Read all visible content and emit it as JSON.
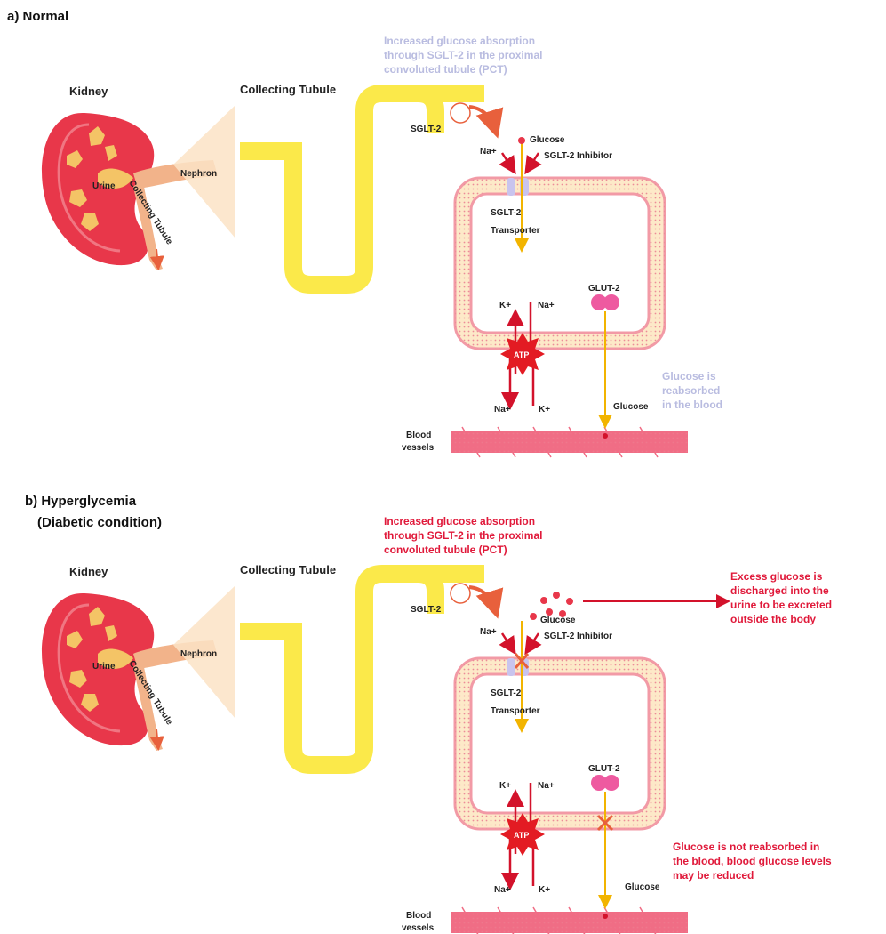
{
  "panels": [
    {
      "id": "a",
      "heading": "a) Normal",
      "kidney_label": "Kidney",
      "urine_label": "Urine",
      "collecting_tubule_small": "Collecting Tubule",
      "nephron_label": "Nephron",
      "tubule_label": "Collecting Tubule",
      "pct_note": [
        "Increased glucose absorption",
        "through SGLT-2 in the proximal",
        "convoluted tubule (PCT)"
      ],
      "sglt2_label": "SGLT-2",
      "na_top": "Na+",
      "glucose_top": "Glucose",
      "inhibitor_label": "SGLT-2 Inhibitor",
      "transporter_label": [
        "SGLT-2",
        "Transporter"
      ],
      "glut2_label": "GLUT-2",
      "k_in": "K+",
      "na_in": "Na+",
      "atp": "ATP",
      "na_out": "Na+",
      "k_out": "K+",
      "glucose_bottom": "Glucose",
      "blood_label": [
        "Blood",
        "vessels"
      ],
      "side_note": [
        "Glucose is",
        "reabsorbed",
        "in the blood"
      ]
    },
    {
      "id": "b",
      "heading": "b) Hyperglycemia",
      "heading2": "(Diabetic condition)",
      "kidney_label": "Kidney",
      "urine_label": "Urine",
      "collecting_tubule_small": "Collecting Tubule",
      "nephron_label": "Nephron",
      "tubule_label": "Collecting Tubule",
      "pct_note": [
        "Increased glucose absorption",
        "through SGLT-2 in the proximal",
        "convoluted tubule (PCT)"
      ],
      "sglt2_label": "SGLT-2",
      "na_top": "Na+",
      "glucose_top": "Glucose",
      "inhibitor_label": "SGLT-2 Inhibitor",
      "transporter_label": [
        "SGLT-2",
        "Transporter"
      ],
      "glut2_label": "GLUT-2",
      "k_in": "K+",
      "na_in": "Na+",
      "atp": "ATP",
      "na_out": "Na+",
      "k_out": "K+",
      "glucose_bottom": "Glucose",
      "blood_label": [
        "Blood",
        "vessels"
      ],
      "excess_note": [
        "Excess glucose is",
        "discharged into the",
        "urine to be excreted",
        "outside the body"
      ],
      "side_note": [
        "Glucose is not reabsorbed in",
        "the blood, blood glucose levels",
        "may be reduced"
      ]
    }
  ],
  "colors": {
    "kidney": "#e8374a",
    "medulla": "#f4c466",
    "tubule_yellow": "#fbe94a",
    "membrane_pink": "#f29aa6",
    "blood": "#f06d85",
    "arrow_red": "#d3122b",
    "note_red": "#e0193a",
    "note_pale": "#b9bce0"
  }
}
